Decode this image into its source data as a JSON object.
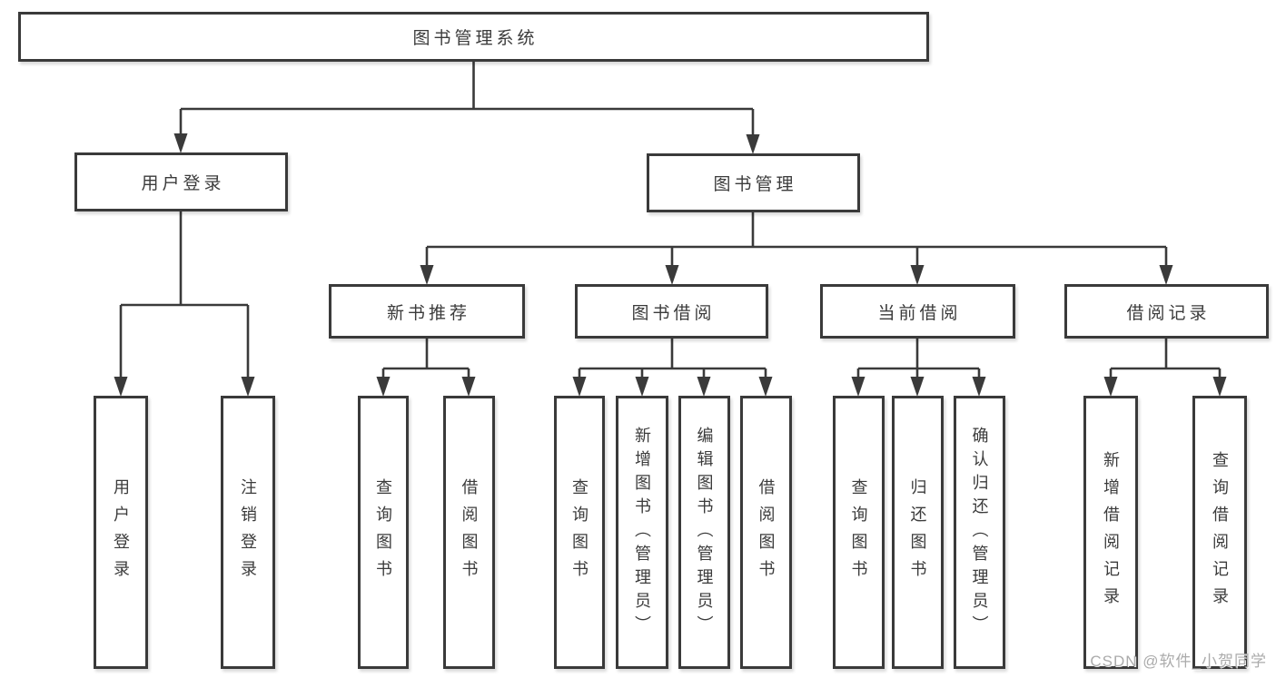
{
  "diagram": {
    "root": {
      "label": "图书管理系统"
    },
    "level2": [
      {
        "label": "用户登录"
      },
      {
        "label": "图书管理"
      }
    ],
    "level3": [
      {
        "label": "新书推荐"
      },
      {
        "label": "图书借阅"
      },
      {
        "label": "当前借阅"
      },
      {
        "label": "借阅记录"
      }
    ],
    "leaves": [
      {
        "label": "用户登录"
      },
      {
        "label": "注销登录"
      },
      {
        "label": "查询图书"
      },
      {
        "label": "借阅图书"
      },
      {
        "label": "查询图书"
      },
      {
        "label": "新增图书（管理员）"
      },
      {
        "label": "编辑图书（管理员）"
      },
      {
        "label": "借阅图书"
      },
      {
        "label": "查询图书"
      },
      {
        "label": "归还图书"
      },
      {
        "label": "确认归还（管理员）"
      },
      {
        "label": "新增借阅记录"
      },
      {
        "label": "查询借阅记录"
      }
    ],
    "colors": {
      "line": "#3a3a3a",
      "text": "#3b3b3b",
      "watermark": "#ababab"
    },
    "watermark": "CSDN @软件_小贺同学"
  }
}
